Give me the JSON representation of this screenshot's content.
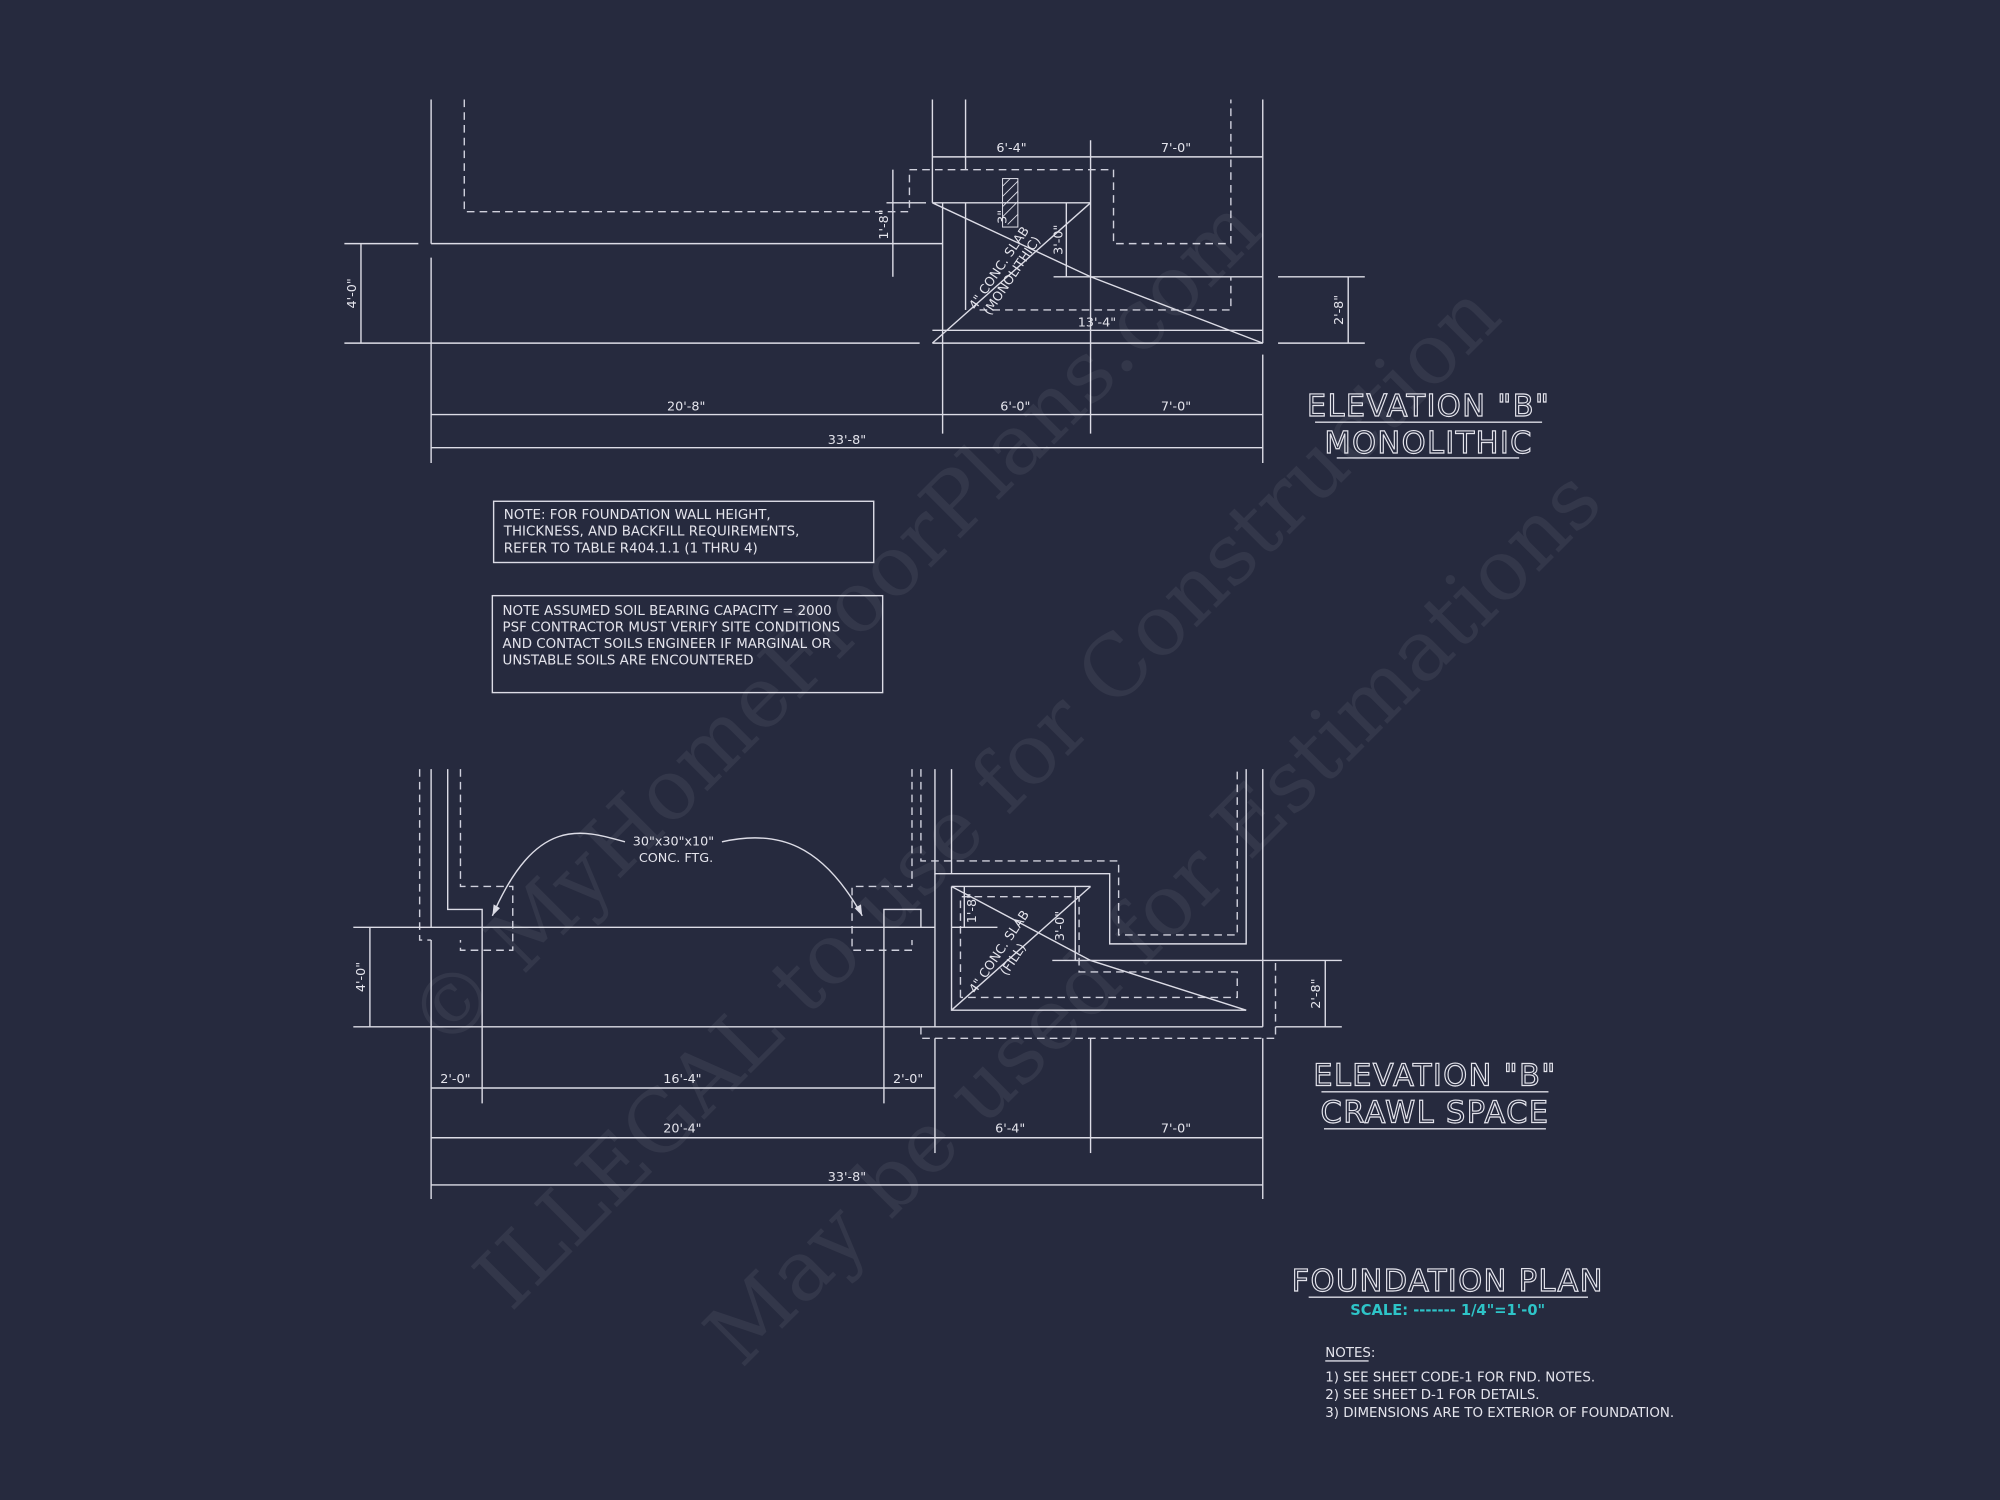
{
  "colors": {
    "background": "#262a3e",
    "linework": "#dcdce6",
    "scale_text": "#2ec4c8"
  },
  "watermark": {
    "line1": "© MyHomeFloorPlans.com",
    "line2": "ILLEGAL to use for Construction",
    "line3": "May be used for Estimations"
  },
  "elevation_monolithic": {
    "title_line1": "ELEVATION \"B\"",
    "title_line2": "MONOLITHIC",
    "dims": {
      "top_left": "6'-4\"",
      "top_right": "7'-0\"",
      "step_height": "1'-8\"",
      "hatch": "3\"",
      "slab_depth": "3'-0\"",
      "inner_width": "13'-4\"",
      "left_height": "4'-0\"",
      "right_height": "2'-8\"",
      "bottom_a": "20'-8\"",
      "bottom_b": "6'-0\"",
      "bottom_c": "7'-0\"",
      "overall": "33'-8\""
    },
    "slab_label_1": "4\" CONC. SLAB",
    "slab_label_2": "(MONOLITHIC)"
  },
  "notes_boxes": {
    "note1": [
      "NOTE: FOR FOUNDATION WALL HEIGHT,",
      "THICKNESS, AND BACKFILL REQUIREMENTS,",
      "REFER TO TABLE R404.1.1 (1 THRU 4)"
    ],
    "note2": [
      "NOTE ASSUMED SOIL BEARING CAPACITY = 2000",
      "PSF CONTRACTOR MUST VERIFY SITE CONDITIONS",
      "AND CONTACT SOILS ENGINEER IF MARGINAL OR",
      "UNSTABLE SOILS ARE ENCOUNTERED"
    ]
  },
  "elevation_crawl": {
    "title_line1": "ELEVATION \"B\"",
    "title_line2": "CRAWL SPACE",
    "footing_label_1": "30\"x30\"x10\"",
    "footing_label_2": "CONC. FTG.",
    "slab_label_1": "4\" CONC. SLAB",
    "slab_label_2": "(FILL)",
    "dims": {
      "step_height": "1'-8\"",
      "slab_depth": "3'-0\"",
      "left_height": "4'-0\"",
      "right_height": "2'-8\"",
      "row1_a": "2'-0\"",
      "row1_b": "16'-4\"",
      "row1_c": "2'-0\"",
      "row2_a": "20'-4\"",
      "row2_b": "6'-4\"",
      "row2_c": "7'-0\"",
      "overall": "33'-8\""
    }
  },
  "plan_block": {
    "title": "FOUNDATION PLAN",
    "scale": "SCALE: ------- 1/4\"=1'-0\"",
    "notes_heading": "NOTES:",
    "notes": [
      "1) SEE SHEET CODE-1 FOR FND. NOTES.",
      "2) SEE SHEET D-1 FOR DETAILS.",
      "3) DIMENSIONS ARE TO EXTERIOR OF FOUNDATION."
    ]
  }
}
